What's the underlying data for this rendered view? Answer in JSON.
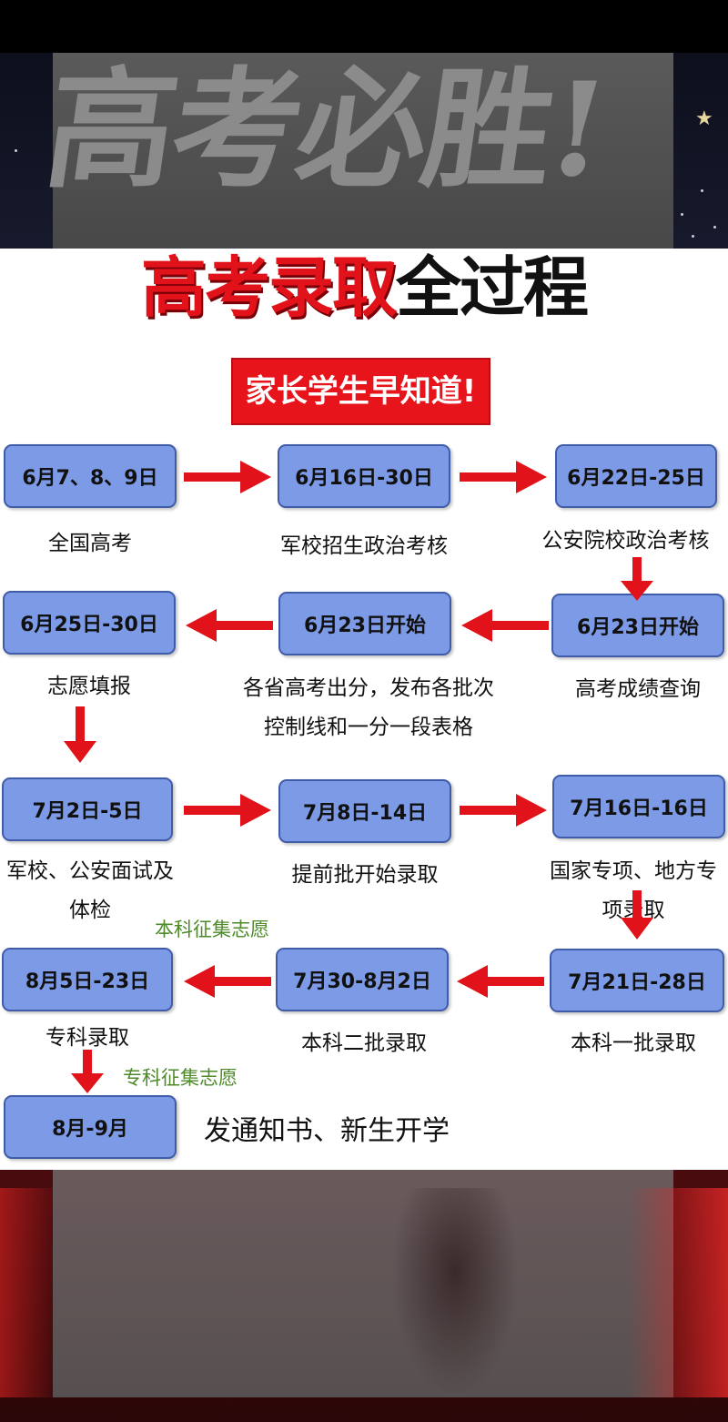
{
  "banner_top": {
    "text": "高考必胜!"
  },
  "title": {
    "part_red": "高考录取",
    "part_black": "全过程"
  },
  "subtitle": "家长学生早知道!",
  "steps": [
    {
      "date": "6月7、8、9日",
      "label": "全国高考"
    },
    {
      "date": "6月16日-30日",
      "label": "军校招生政治考核"
    },
    {
      "date": "6月22日-25日",
      "label": "公安院校政治考核"
    },
    {
      "date": "6月23日开始",
      "label": "高考成绩查询"
    },
    {
      "date": "6月23日开始",
      "label_line1": "各省高考出分，发布各批次",
      "label_line2": "控制线和一分一段表格"
    },
    {
      "date": "6月25日-30日",
      "label": "志愿填报"
    },
    {
      "date": "7月2日-5日",
      "label_line1": "军校、公安面试及",
      "label_line2": "体检"
    },
    {
      "date": "7月8日-14日",
      "label": "提前批开始录取"
    },
    {
      "date": "7月16日-16日",
      "label_line1": "国家专项、地方专",
      "label_line2": "项录取"
    },
    {
      "date": "7月21日-28日",
      "label": "本科一批录取"
    },
    {
      "date": "7月30-8月2日",
      "label": "本科二批录取"
    },
    {
      "date": "8月5日-23日",
      "label": "专科录取"
    },
    {
      "date": "8月-9月",
      "label": "发通知书、新生开学"
    }
  ],
  "notes": {
    "undergrad_collect": "本科征集志愿",
    "college_collect": "专科征集志愿"
  },
  "colors": {
    "node_fill": "#7d9ae6",
    "node_border": "#3f5ca8",
    "arrow": "#e2121a",
    "title_red": "#e2121a",
    "note_green": "#4e8a2a"
  }
}
